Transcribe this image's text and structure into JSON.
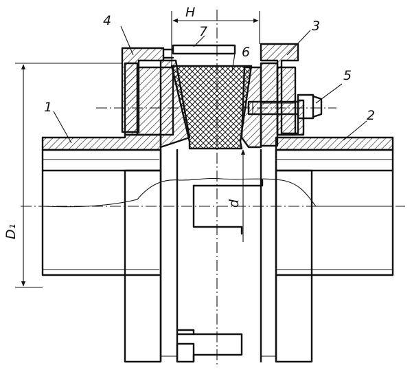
{
  "part_labels": [
    {
      "id": "label-1",
      "text": "1"
    },
    {
      "id": "label-2",
      "text": "2"
    },
    {
      "id": "label-3",
      "text": "3"
    },
    {
      "id": "label-4",
      "text": "4"
    },
    {
      "id": "label-5",
      "text": "5"
    },
    {
      "id": "label-6",
      "text": "6"
    },
    {
      "id": "label-7",
      "text": "7"
    }
  ],
  "dimensions": {
    "width_H": "H",
    "bore_d": "d",
    "outer_D1": "D₁"
  }
}
